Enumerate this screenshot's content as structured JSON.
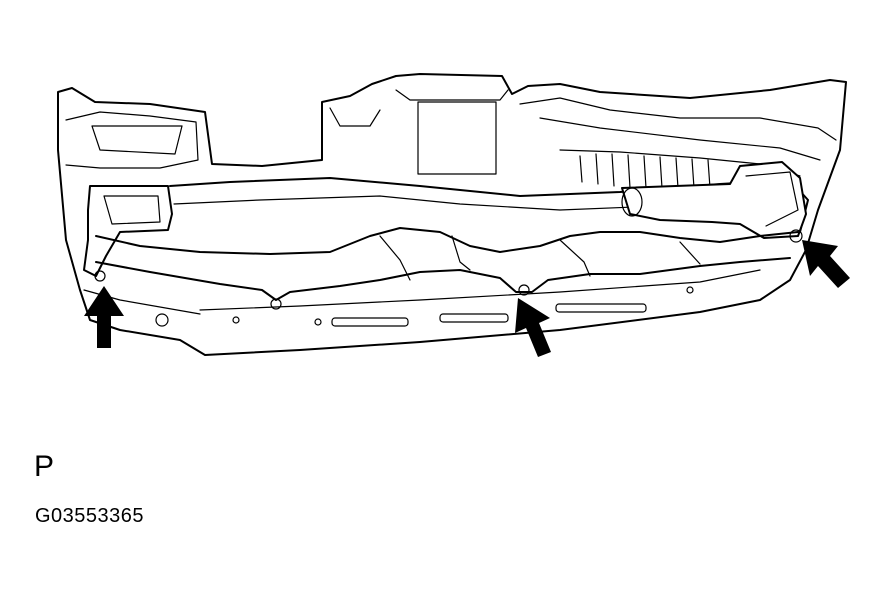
{
  "figure": {
    "view_letter": "P",
    "figure_code": "G03553365"
  },
  "callouts": {
    "arrow_count": 3
  }
}
